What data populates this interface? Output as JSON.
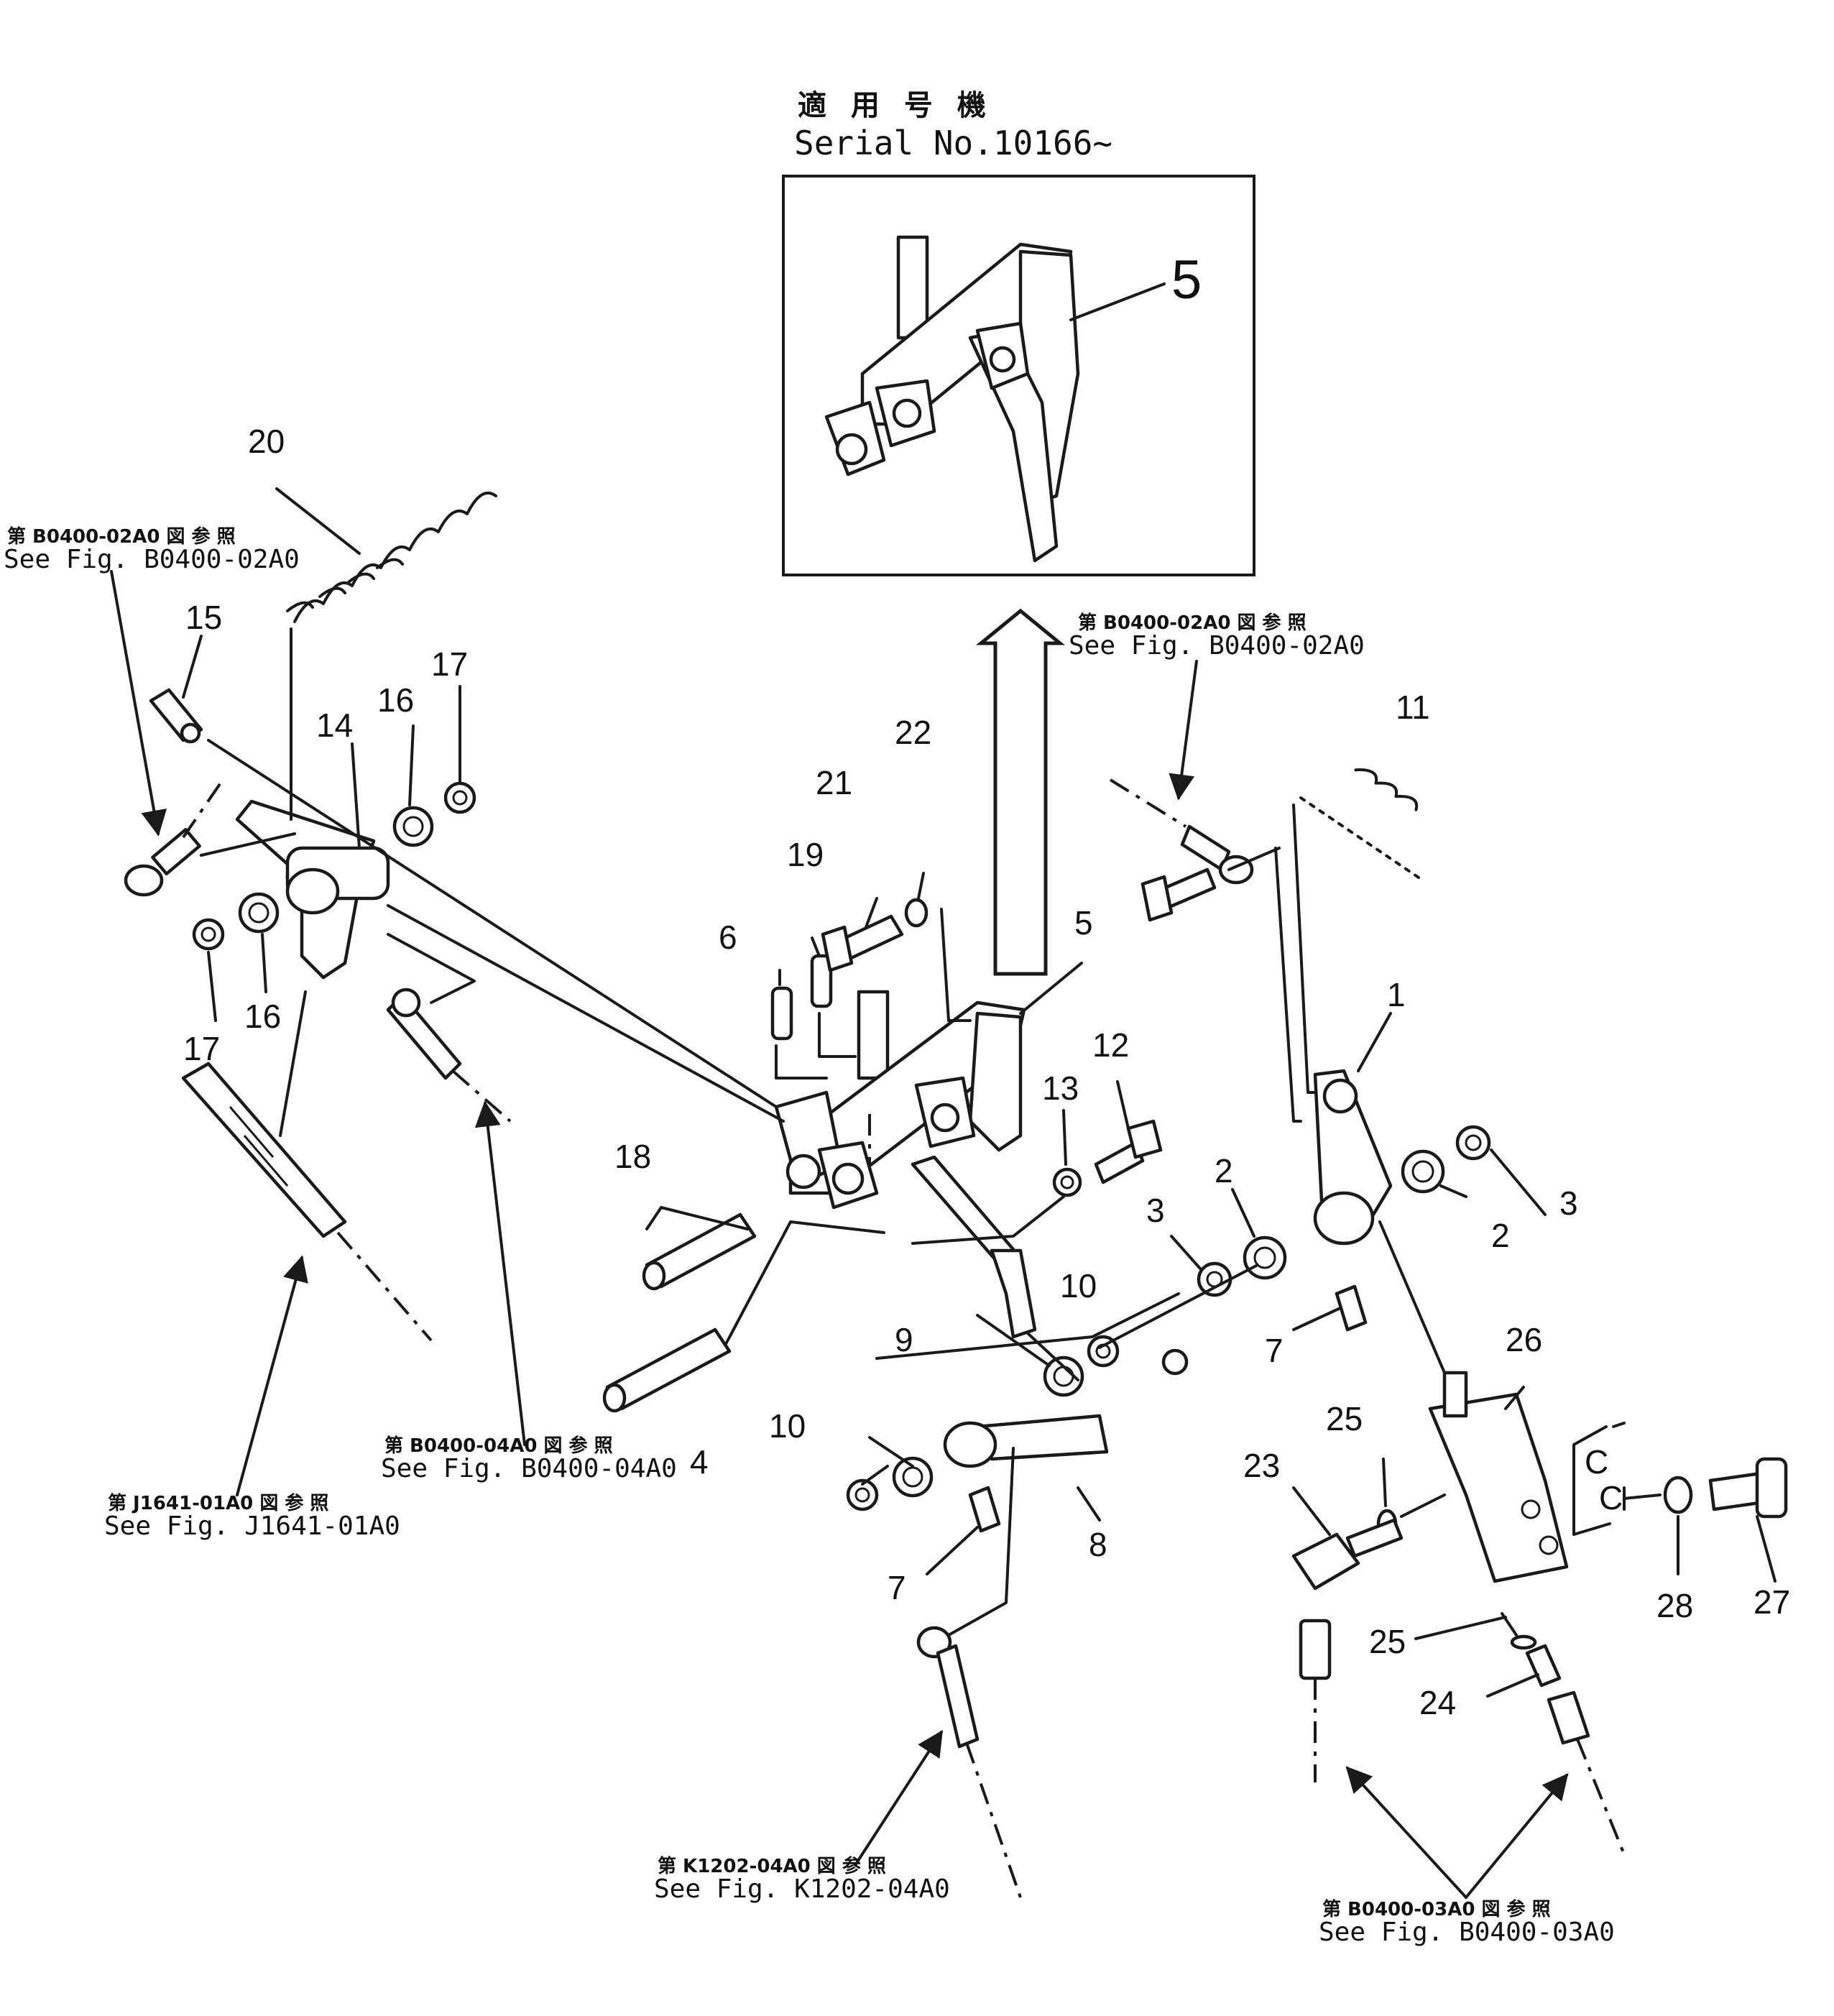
{
  "inset": {
    "header_jp": "適 用 号 機",
    "header_en": "Serial No.10166~",
    "part_label": "5"
  },
  "references": {
    "b0400_02a0_left": {
      "jp": "第 B0400-02A0 図 参 照",
      "en": "See Fig. B0400-02A0"
    },
    "b0400_02a0_right": {
      "jp": "第 B0400-02A0 図 参 照",
      "en": "See Fig. B0400-02A0"
    },
    "b0400_04a0": {
      "jp": "第 B0400-04A0 図 参 照",
      "en": "See Fig. B0400-04A0"
    },
    "j1641_01a0": {
      "jp": "第 J1641-01A0 図 参 照",
      "en": "See Fig. J1641-01A0"
    },
    "k1202_04a0": {
      "jp": "第 K1202-04A0 図 参 照",
      "en": "See Fig. K1202-04A0"
    },
    "b0400_03a0": {
      "jp": "第 B0400-03A0 図 参 照",
      "en": "See Fig. B0400-03A0"
    }
  },
  "callouts": {
    "c1": "1",
    "c2a": "2",
    "c2b": "2",
    "c3a": "3",
    "c3b": "3",
    "c4": "4",
    "c5": "5",
    "c6": "6",
    "c7a": "7",
    "c7b": "7",
    "c8": "8",
    "c9": "9",
    "c10a": "10",
    "c10b": "10",
    "c11": "11",
    "c12": "12",
    "c13": "13",
    "c14": "14",
    "c15": "15",
    "c16a": "16",
    "c16b": "16",
    "c17a": "17",
    "c17b": "17",
    "c18": "18",
    "c19": "19",
    "c20": "20",
    "c21": "21",
    "c22": "22",
    "c23": "23",
    "c24": "24",
    "c25a": "25",
    "c25b": "25",
    "c26": "26",
    "c27": "27",
    "c28": "28",
    "cCa": "C",
    "cCb": "C"
  }
}
